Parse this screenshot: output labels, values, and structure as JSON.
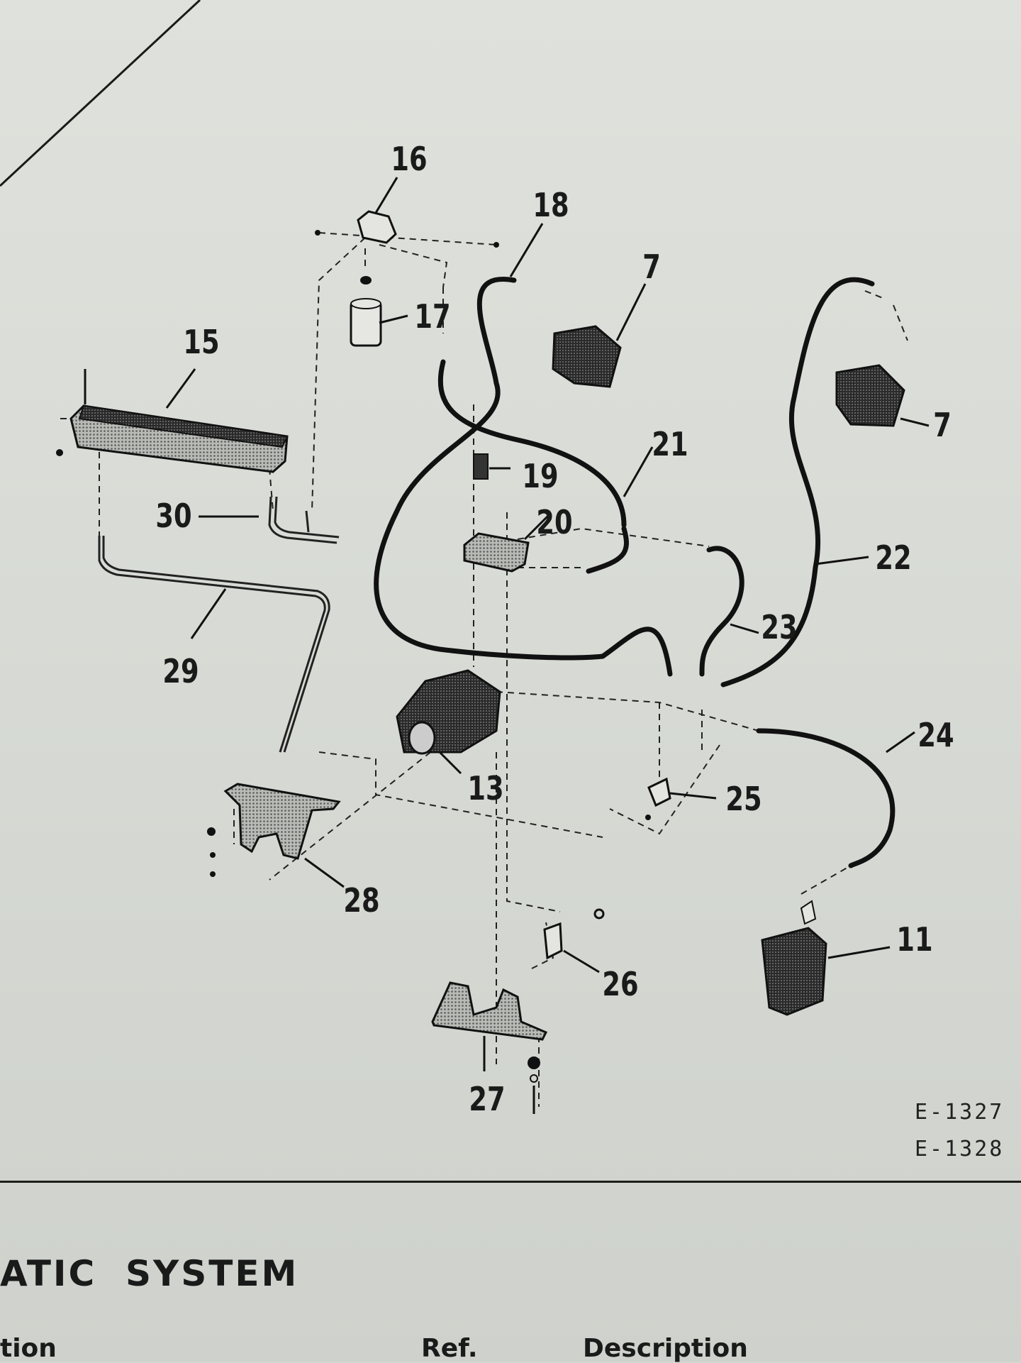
{
  "diagram": {
    "callouts": [
      "16",
      "18",
      "7",
      "17",
      "15",
      "21",
      "19",
      "20",
      "7",
      "30",
      "22",
      "23",
      "29",
      "24",
      "13",
      "25",
      "28",
      "11",
      "26",
      "27"
    ]
  },
  "figure_codes": [
    "E-1327",
    "E-1328"
  ],
  "section_title": "ATIC  SYSTEM",
  "table_headers": {
    "col1": "tion",
    "col2": "Ref.",
    "col3": "Description"
  },
  "colors": {
    "ink": "#1a1a1a",
    "paper": "#dcdfd9",
    "stipple": "#7a7a7a"
  }
}
